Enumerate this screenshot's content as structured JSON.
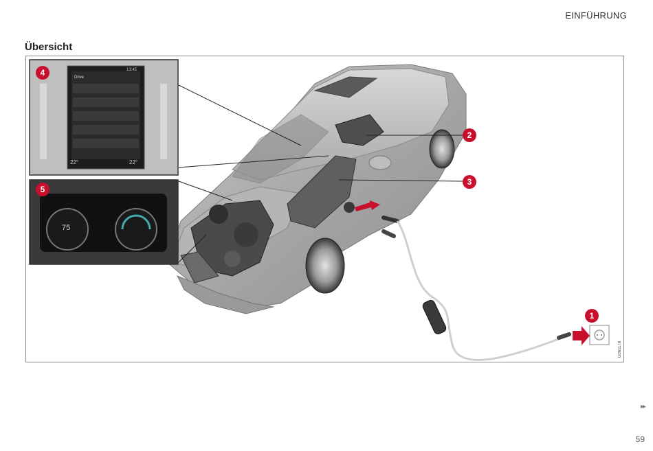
{
  "header": {
    "section": "EINFÜHRUNG"
  },
  "title": "Übersicht",
  "figure": {
    "code": "G061178",
    "callouts": [
      "1",
      "2",
      "3",
      "4",
      "5"
    ],
    "inset_screen": {
      "time": "13:45",
      "heading": "Drive",
      "temp_left": "22°",
      "temp_right": "22°"
    },
    "inset_cluster": {
      "speed": "75"
    }
  },
  "footer": {
    "next_glyph": "▸▸",
    "page": "59"
  },
  "colors": {
    "callout": "#c8102e"
  }
}
